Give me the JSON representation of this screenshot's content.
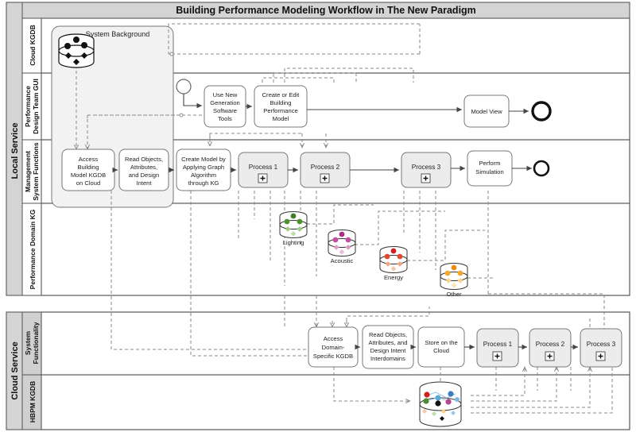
{
  "diagram": {
    "title": "Building Performance Modeling Workflow in The New Paradigm",
    "type": "bpmn-collaboration-diagram",
    "colors": {
      "pool_header_fill": "#d4d4d4",
      "lane_header_fill_local": "#ffffff",
      "lane_header_fill_cloud": "#d0d0d0",
      "subprocess_fill": "#f2f2f2",
      "process_fill": "#ececec",
      "task_fill": "#ffffff",
      "border": "#555555",
      "flow_solid": "#444444",
      "flow_dashed": "#8a8a8a"
    }
  },
  "pools": [
    {
      "name": "Local Service",
      "lanes": [
        {
          "name": "Cloud KGDB"
        },
        {
          "name": "Performance\nDesign Team GUI",
          "line1": "Performance",
          "line2": "Design Team GUI"
        },
        {
          "name": "Management\nSystem Functions",
          "line1": "Management",
          "line2": "System Functions"
        },
        {
          "name": "Performance Domain KG"
        }
      ]
    },
    {
      "name": "Cloud Service",
      "lanes": [
        {
          "name": "System\nFunctionality",
          "line1": "System",
          "line2": "Functionality"
        },
        {
          "name": "HBPM KGDB"
        }
      ]
    }
  ],
  "subprocess_container": {
    "label": "System Background"
  },
  "tasks": {
    "access_building_model": {
      "lines": [
        "Access",
        "Building",
        "Model KGDB",
        "on Cloud"
      ]
    },
    "read_objects": {
      "lines": [
        "Read Objects,",
        "Attributes,",
        "and Design",
        "Intent"
      ]
    },
    "create_model_kg": {
      "lines": [
        "Create Model by",
        "Applying Graph",
        "Algorithm",
        "through KG"
      ]
    },
    "use_new_gen_tools": {
      "lines": [
        "Use New",
        "Generation",
        "Software",
        "Tools"
      ]
    },
    "create_or_edit_model": {
      "lines": [
        "Create or Edit",
        "Building",
        "Performance",
        "Model"
      ]
    },
    "model_view": {
      "lines": [
        "Model View"
      ]
    },
    "perform_simulation": {
      "lines": [
        "Perform",
        "Simulation"
      ]
    },
    "local_process_1": {
      "lines": [
        "Process 1"
      ],
      "marker": "+"
    },
    "local_process_2": {
      "lines": [
        "Process 2"
      ],
      "marker": "+"
    },
    "local_process_3": {
      "lines": [
        "Process 3"
      ],
      "marker": "+"
    },
    "access_domain_kgdb": {
      "lines": [
        "Access",
        "Domain-",
        "Specific KGDB"
      ]
    },
    "read_objects_interdomains": {
      "lines": [
        "Read Objects,",
        "Attributes, and",
        "Design Intent",
        "Interdomains"
      ]
    },
    "store_on_cloud": {
      "lines": [
        "Store on the",
        "Cloud"
      ]
    },
    "cloud_process_1": {
      "lines": [
        "Process 1"
      ],
      "marker": "+"
    },
    "cloud_process_2": {
      "lines": [
        "Process 2"
      ],
      "marker": "+"
    },
    "cloud_process_3": {
      "lines": [
        "Process 3"
      ],
      "marker": "+"
    }
  },
  "datastores": [
    {
      "id": "cloud-kgdb",
      "label": "",
      "color": "#111111",
      "node_colors": [
        "#111111"
      ]
    },
    {
      "id": "lighting",
      "label": "Lighting",
      "color": "#4a8a32",
      "node_colors": [
        "#3f7d28",
        "#74b255",
        "#aed79a"
      ]
    },
    {
      "id": "acoustic",
      "label": "Acoustic",
      "color": "#b5458f",
      "node_colors": [
        "#b02a87",
        "#cf6fb2",
        "#e3aed3"
      ]
    },
    {
      "id": "energy",
      "label": "Energy",
      "color": "#d32020",
      "node_colors": [
        "#d01f1f",
        "#ea7a52",
        "#f5c19e"
      ]
    },
    {
      "id": "other",
      "label": "Other",
      "color": "#f08c1a",
      "node_colors": [
        "#ef8c10",
        "#f6b441",
        "#fbd99a"
      ]
    },
    {
      "id": "hbpm-kgdb",
      "label": "",
      "color": "#3d7ebd",
      "node_colors": [
        "#d32020",
        "#3d7ebd",
        "#4a8a32",
        "#f08c1a",
        "#b5458f",
        "#111111"
      ]
    }
  ],
  "events": [
    {
      "id": "start-event",
      "kind": "start",
      "label": ""
    },
    {
      "id": "end-event-model-view",
      "kind": "end",
      "label": ""
    },
    {
      "id": "end-event-simulation",
      "kind": "end",
      "label": ""
    }
  ],
  "chart_data": {
    "type": "diagram",
    "title": "Building Performance Modeling Workflow in The New Paradigm",
    "notes": "BPMN collaboration diagram with two pools: Local Service (4 lanes) and Cloud Service (2 lanes)."
  }
}
